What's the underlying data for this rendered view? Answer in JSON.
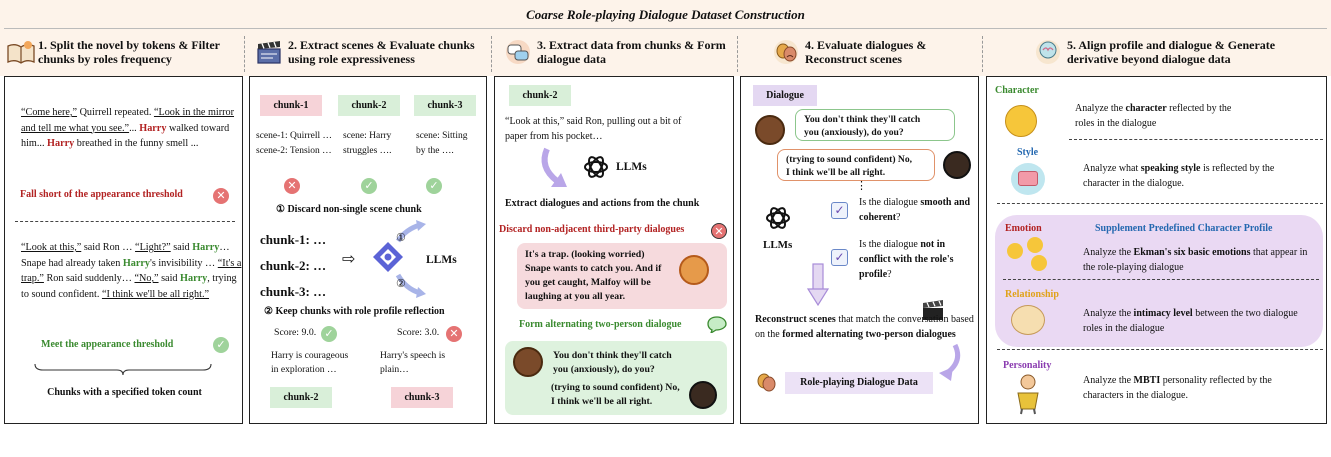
{
  "title": "Coarse Role-playing Dialogue Dataset Construction",
  "steps": [
    {
      "header": "1. Split the novel by tokens & Filter chunks by roles frequency",
      "icon": "book-icon"
    },
    {
      "header": "2. Extract scenes & Evaluate chunks using role expressiveness",
      "icon": "clapperboard-icon"
    },
    {
      "header": "3. Extract data from chunks & Form dialogue data",
      "icon": "chat-bubbles-icon"
    },
    {
      "header": "4. Evaluate dialogues & Reconstruct scenes",
      "icon": "theater-masks-icon"
    },
    {
      "header": "5. Align profile and dialogue & Generate derivative beyond dialogue data",
      "icon": "brain-icon"
    }
  ],
  "panel1": {
    "fail_label": "Fall short of the appearance threshold",
    "pass_label": "Meet the appearance threshold",
    "footer": "Chunks with a specified token count"
  },
  "panel2": {
    "chunks": [
      "chunk-1",
      "chunk-2",
      "chunk-3"
    ],
    "chunk1_scene1": "scene-1: Quirrell …",
    "chunk1_scene2": "scene-2: Tension …",
    "chunk2_line1": "scene: Harry",
    "chunk2_line2": "struggles ….",
    "chunk3_line1": "scene: Sitting",
    "chunk3_line2": "by the ….",
    "discard": "① Discard non-single scene chunk",
    "list": [
      "chunk-1: …",
      "chunk-2: …",
      "chunk-3: …"
    ],
    "circle1": "①",
    "circle2": "②",
    "llms": "LLMs",
    "keep": "② Keep chunks with role profile reflection",
    "score_left": "Score: 9.0.",
    "score_right": "Score: 3.0.",
    "reason_left": [
      "Harry is courageous",
      "in exploration …"
    ],
    "reason_right": [
      "Harry's speech is",
      "plain…"
    ],
    "out_left": "chunk-2",
    "out_right": "chunk-3"
  },
  "panel3": {
    "chunk": "chunk-2",
    "quote": [
      "“Look at this,” said Ron, pulling out a bit of",
      "paper from his pocket…"
    ],
    "llms": "LLMs",
    "extract": "Extract dialogues and actions from the chunk",
    "discard": "Discard non-adjacent third-party dialogues",
    "trap_bubble": [
      "It's a trap. (looking worried)",
      "Snape wants to catch you. And if",
      "you get caught, Malfoy will be",
      "laughing at you all year."
    ],
    "form": "Form alternating two-person dialogue",
    "dialog1": [
      "You don't think they'll catch",
      "you (anxiously), do you?"
    ],
    "dialog2": [
      "(trying to sound confident) No,",
      "I think we'll be all right."
    ]
  },
  "panel4": {
    "dialogue_label": "Dialogue",
    "bubble1": [
      "You don't think they'll catch",
      "you (anxiously), do you?"
    ],
    "bubble2": [
      "(trying to sound confident) No,",
      "I think we'll be all right."
    ],
    "ellipsis": "⋮",
    "llms": "LLMs",
    "check1_prefix": "Is the dialogue ",
    "check1_bold": "smooth and coherent",
    "check1_suffix": "?",
    "check2_prefix": "Is the dialogue ",
    "check2_bold": "not in conflict with the role's profile",
    "check2_suffix": "?",
    "reconstruct_bold1": "Reconstruct scenes",
    "reconstruct_mid": " that match the conversation based on the ",
    "reconstruct_bold2": "formed alternating two-person dialogues",
    "output": "Role-playing Dialogue Data"
  },
  "panel5": {
    "character_label": "Character",
    "character_text": [
      "Analyze the ",
      "character",
      " reflected by the roles in the dialogue"
    ],
    "style_label": "Style",
    "style_text": [
      "Analyze what ",
      "speaking style",
      " is reflected by the character in the dialogue."
    ],
    "supplement": "Supplement Predefined Character Profile",
    "emotion_label": "Emotion",
    "emotion_text": [
      "Analyze the ",
      "Ekman's six basic emotions",
      " that appear in the role-playing dialogue"
    ],
    "relationship_label": "Relationship",
    "relationship_text": [
      "Analyze the ",
      "intimacy level",
      " between the two dialogue roles in the dialogue"
    ],
    "personality_label": "Personality",
    "personality_text": [
      "Analyze the ",
      "MBTI",
      " personality reflected by the characters in the dialogue."
    ]
  },
  "colors": {
    "banner": "#fdf3ea",
    "red": "#b22222",
    "green": "#3a8a2f",
    "blue": "#2468b0",
    "purple": "#8a3cb0",
    "orange": "#e0a21a"
  }
}
